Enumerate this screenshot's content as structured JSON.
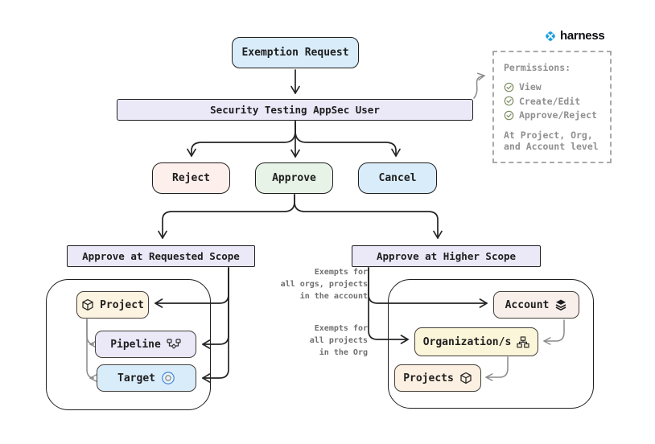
{
  "brand": {
    "name": "harness"
  },
  "nodes": {
    "exemption": "Exemption Request",
    "security": "Security Testing AppSec User",
    "reject": "Reject",
    "approve": "Approve",
    "cancel": "Cancel",
    "scope_requested": "Approve at Requested Scope",
    "scope_higher": "Approve at Higher Scope",
    "project": "Project",
    "pipeline": "Pipeline",
    "target": "Target",
    "account": "Account",
    "organization": "Organization/s",
    "projects": "Projects"
  },
  "permissions": {
    "title": "Permissions:",
    "items": [
      "View",
      "Create/Edit",
      "Approve/Reject"
    ],
    "footer": "At Project, Org,\nand Account level"
  },
  "annotations": {
    "account_scope": "Exempts for\nall orgs, projects\nin the account",
    "org_scope": "Exempts for\nall projects\nin the Org"
  },
  "colors": {
    "node_border": "#1e1e1e",
    "blue_fill": "#d9ecfa",
    "lavender_fill": "#ebe8f8",
    "pink_fill": "#fdefec",
    "green_fill": "#e6f3e6",
    "cream_fill": "#fdf3e1",
    "rose_fill": "#f8efeb",
    "yellow_fill": "#fbf5d9",
    "gray_arrow": "#8a8a8a",
    "check_green": "#7d8d62",
    "brand_blue": "#1a9ee0"
  }
}
